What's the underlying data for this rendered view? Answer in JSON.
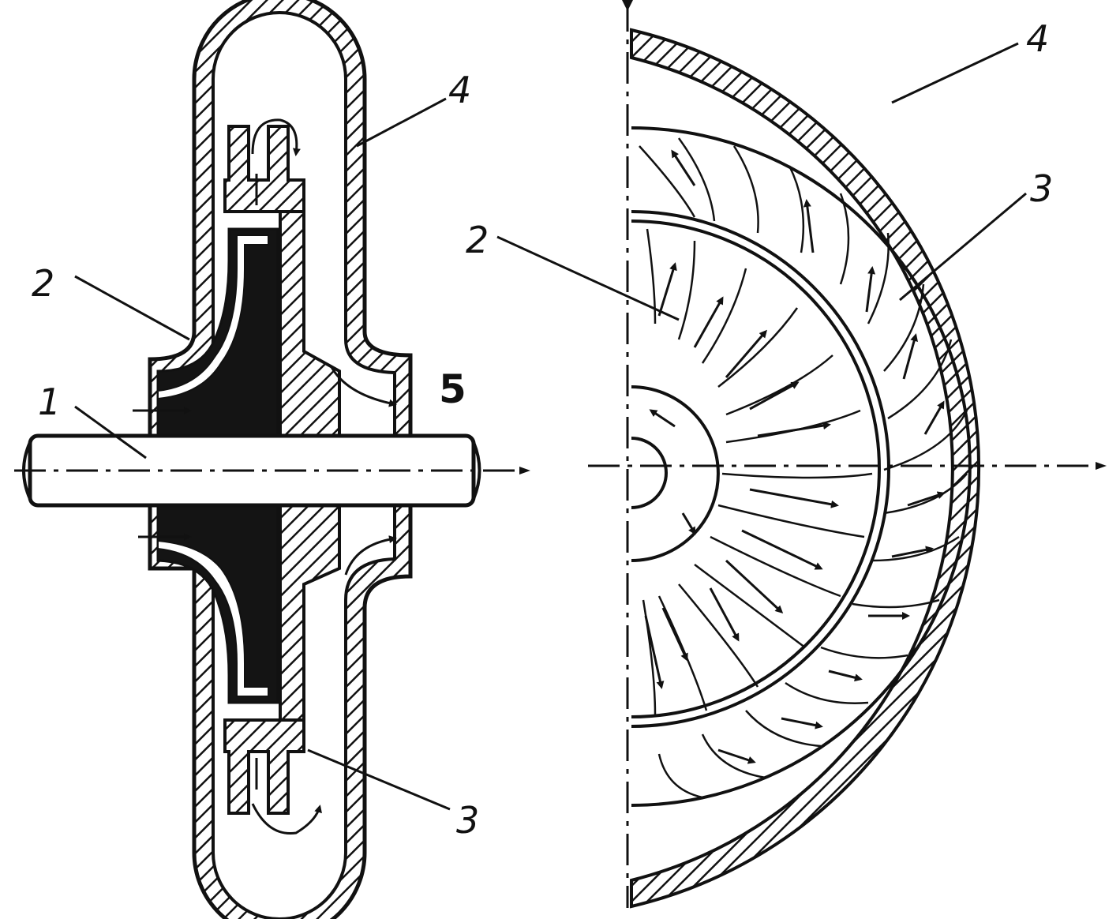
{
  "colors": {
    "ink": "#111111",
    "paper": "#ffffff",
    "rotor": "#141414"
  },
  "labels": {
    "shaft": "1",
    "impeller_left": "2",
    "diffuser_left": "3",
    "casing_left": "4",
    "outlet": "5",
    "impeller_right": "2",
    "diffuser_right": "3",
    "casing_right": "4"
  }
}
